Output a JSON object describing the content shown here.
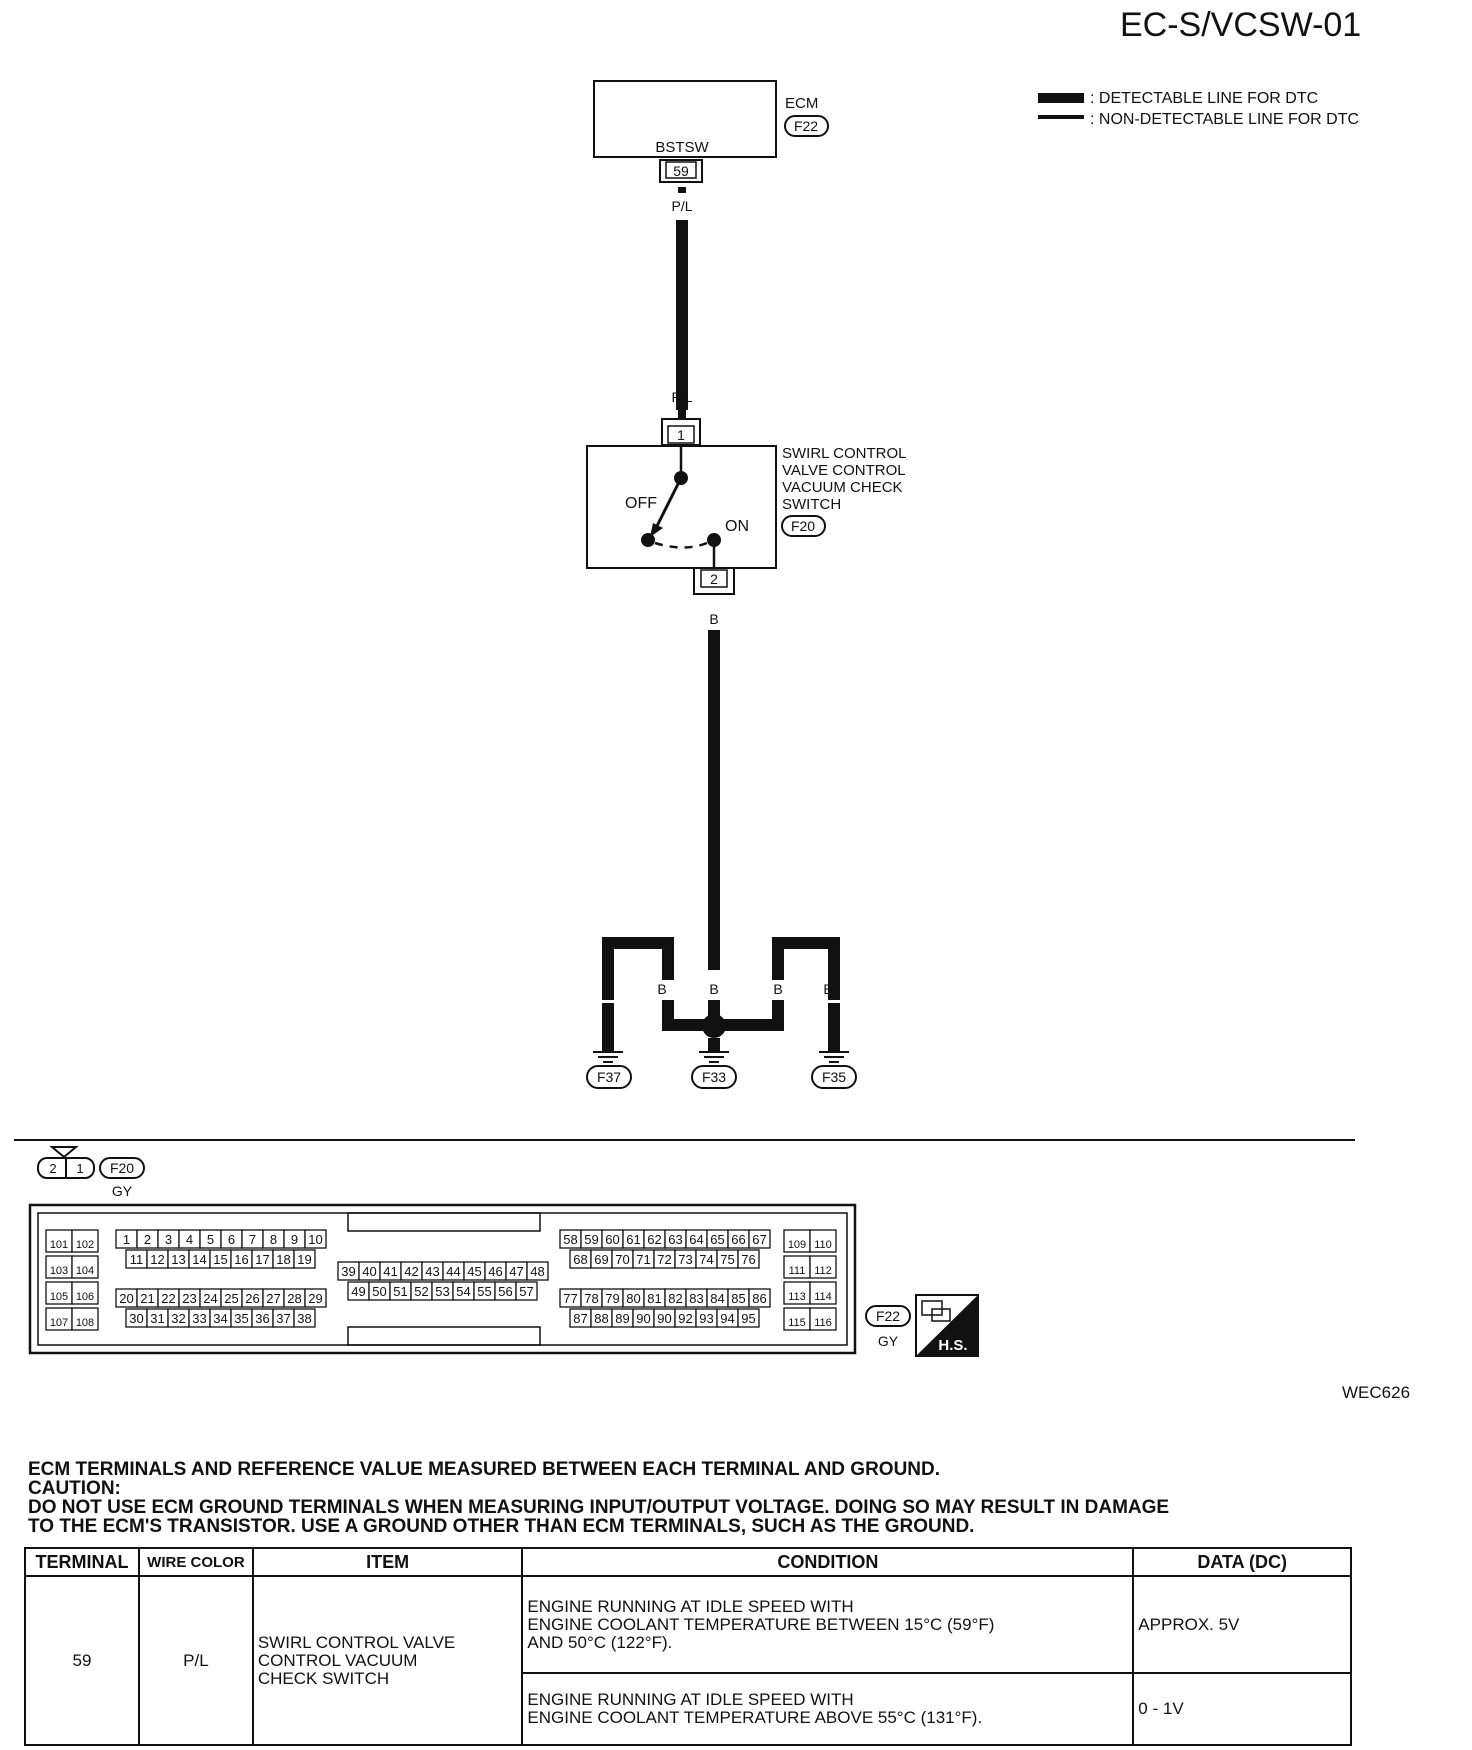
{
  "page": {
    "code": "EC-S/VCSW-01",
    "ref_id": "WEC626"
  },
  "legend": {
    "detectable": ": DETECTABLE LINE FOR DTC",
    "non_detectable": ": NON-DETECTABLE LINE FOR DTC"
  },
  "ecm": {
    "label": "ECM",
    "connector": "F22",
    "terminal_name": "BSTSW",
    "terminal_no": "59"
  },
  "wire_top": {
    "color_upper": "P/L",
    "color_lower": "P/L"
  },
  "switch": {
    "label_lines": [
      "SWIRL CONTROL",
      "VALVE CONTROL",
      "VACUUM CHECK",
      "SWITCH"
    ],
    "connector": "F20",
    "pin_top": "1",
    "pin_bottom": "2",
    "off_label": "OFF",
    "on_label": "ON"
  },
  "wire_bottom": {
    "color": "B"
  },
  "grounds": {
    "colors": [
      "B",
      "B",
      "B",
      "B",
      "B"
    ],
    "points": [
      "F37",
      "F33",
      "F35"
    ]
  },
  "connector_f20": {
    "pins": [
      "2",
      "1"
    ],
    "id": "F20",
    "color": "GY"
  },
  "ecm_connector": {
    "id": "F22",
    "color": "GY",
    "hs_label": "H.S.",
    "left_pins": [
      [
        "101",
        "102"
      ],
      [
        "103",
        "104"
      ],
      [
        "105",
        "106"
      ],
      [
        "107",
        "108"
      ]
    ],
    "rowA1": [
      "1",
      "2",
      "3",
      "4",
      "5",
      "6",
      "7",
      "8",
      "9",
      "10"
    ],
    "rowA2": [
      "11",
      "12",
      "13",
      "14",
      "15",
      "16",
      "17",
      "18",
      "19"
    ],
    "rowB1": [
      "20",
      "21",
      "22",
      "23",
      "24",
      "25",
      "26",
      "27",
      "28",
      "29"
    ],
    "rowB2": [
      "30",
      "31",
      "32",
      "33",
      "34",
      "35",
      "36",
      "37",
      "38"
    ],
    "mid1": [
      "39",
      "40",
      "41",
      "42",
      "43",
      "44",
      "45",
      "46",
      "47",
      "48"
    ],
    "mid2": [
      "49",
      "50",
      "51",
      "52",
      "53",
      "54",
      "55",
      "56",
      "57"
    ],
    "rowC1": [
      "58",
      "59",
      "60",
      "61",
      "62",
      "63",
      "64",
      "65",
      "66",
      "67"
    ],
    "rowC2": [
      "68",
      "69",
      "70",
      "71",
      "72",
      "73",
      "74",
      "75",
      "76"
    ],
    "rowD1": [
      "77",
      "78",
      "79",
      "80",
      "81",
      "82",
      "83",
      "84",
      "85",
      "86"
    ],
    "rowD2": [
      "87",
      "88",
      "89",
      "90",
      "90",
      "92",
      "93",
      "94",
      "95"
    ],
    "right_pins": [
      [
        "109",
        "110"
      ],
      [
        "111",
        "112"
      ],
      [
        "113",
        "114"
      ],
      [
        "115",
        "116"
      ]
    ]
  },
  "caption": {
    "line1": "ECM TERMINALS AND REFERENCE VALUE MEASURED BETWEEN EACH TERMINAL AND GROUND.",
    "line2": "CAUTION:",
    "line3": "DO NOT USE ECM GROUND TERMINALS WHEN MEASURING INPUT/OUTPUT VOLTAGE. DOING SO MAY RESULT IN DAMAGE",
    "line4": "TO THE ECM'S TRANSISTOR. USE A GROUND OTHER THAN ECM TERMINALS, SUCH AS THE GROUND."
  },
  "table": {
    "headers": {
      "terminal": "TERMINAL",
      "wire_color": "WIRE COLOR",
      "item": "ITEM",
      "condition": "CONDITION",
      "data": "DATA (DC)"
    },
    "terminal": "59",
    "wire_color": "P/L",
    "item": "SWIRL CONTROL VALVE\nCONTROL VACUUM\nCHECK SWITCH",
    "rows": [
      {
        "condition": "ENGINE RUNNING AT IDLE SPEED WITH\nENGINE COOLANT TEMPERATURE BETWEEN 15°C (59°F)\nAND 50°C (122°F).",
        "data": "APPROX. 5V"
      },
      {
        "condition": "ENGINE RUNNING AT IDLE SPEED WITH\nENGINE COOLANT TEMPERATURE ABOVE 55°C (131°F).",
        "data": "0 - 1V"
      }
    ]
  }
}
